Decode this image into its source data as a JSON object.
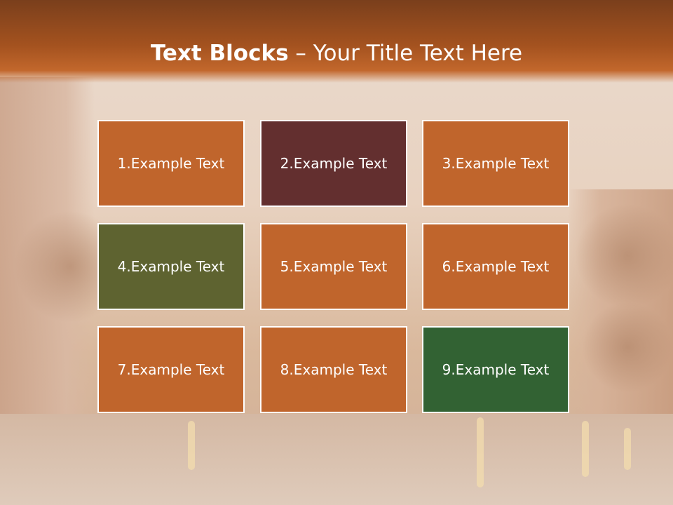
{
  "title": {
    "bold": "Text Blocks",
    "separator": " – ",
    "rest": "Your Title Text Here"
  },
  "blocks": [
    {
      "label": "1.Example Text",
      "color": "#c0652c"
    },
    {
      "label": "2.Example Text",
      "color": "#632f2f"
    },
    {
      "label": "3.Example Text",
      "color": "#c0652c"
    },
    {
      "label": "4.Example Text",
      "color": "#5e6330"
    },
    {
      "label": "5.Example Text",
      "color": "#c0652c"
    },
    {
      "label": "6.Example Text",
      "color": "#c0652c"
    },
    {
      "label": "7.Example Text",
      "color": "#c0652c"
    },
    {
      "label": "8.Example Text",
      "color": "#c0652c"
    },
    {
      "label": "9.Example Text",
      "color": "#326233"
    }
  ]
}
